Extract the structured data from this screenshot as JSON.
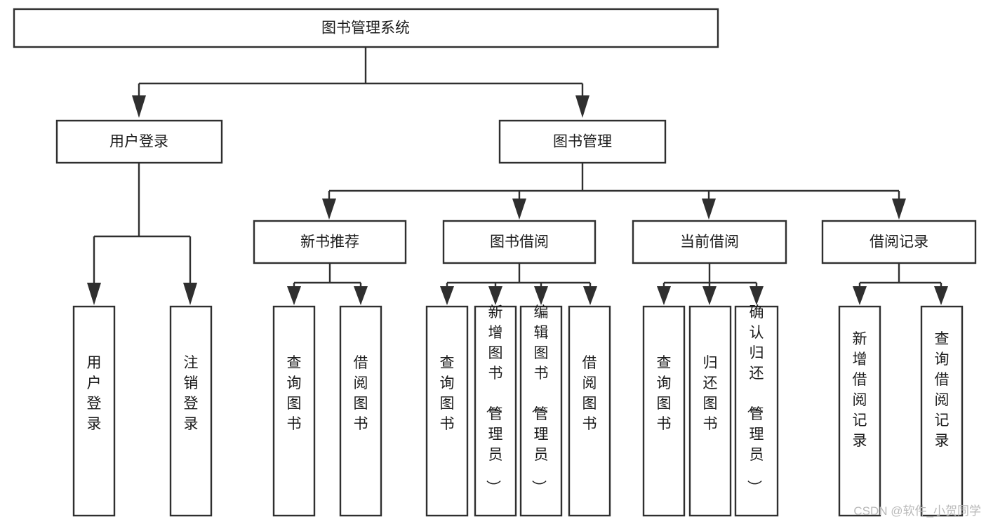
{
  "diagram": {
    "title": "图书管理系统",
    "type": "tree",
    "orientation": "top-down",
    "colors": {
      "background": "#ffffff",
      "box_stroke": "#2f2f2f",
      "box_fill": "#ffffff",
      "text": "#1b1b1b",
      "watermark": "#b9b9b9"
    },
    "root": {
      "label": "图书管理系统"
    },
    "level2": [
      {
        "label": "用户登录"
      },
      {
        "label": "图书管理"
      }
    ],
    "level3": [
      {
        "label": "新书推荐"
      },
      {
        "label": "图书借阅"
      },
      {
        "label": "当前借阅"
      },
      {
        "label": "借阅记录"
      }
    ],
    "leaves": {
      "user_login": [
        {
          "label": "用户登录"
        },
        {
          "label": "注销登录"
        }
      ],
      "new_book_recommend": [
        {
          "label": "查询图书"
        },
        {
          "label": "借阅图书"
        }
      ],
      "book_borrow": [
        {
          "label": "查询图书"
        },
        {
          "label": "新增图书（管理员）"
        },
        {
          "label": "编辑图书（管理员）"
        },
        {
          "label": "借阅图书"
        }
      ],
      "current_borrow": [
        {
          "label": "查询图书"
        },
        {
          "label": "归还图书"
        },
        {
          "label": "确认归还（管理员）"
        }
      ],
      "borrow_record": [
        {
          "label": "新增借阅记录"
        },
        {
          "label": "查询借阅记录"
        }
      ]
    }
  },
  "watermark": {
    "text": "CSDN @软件_小贺同学"
  }
}
